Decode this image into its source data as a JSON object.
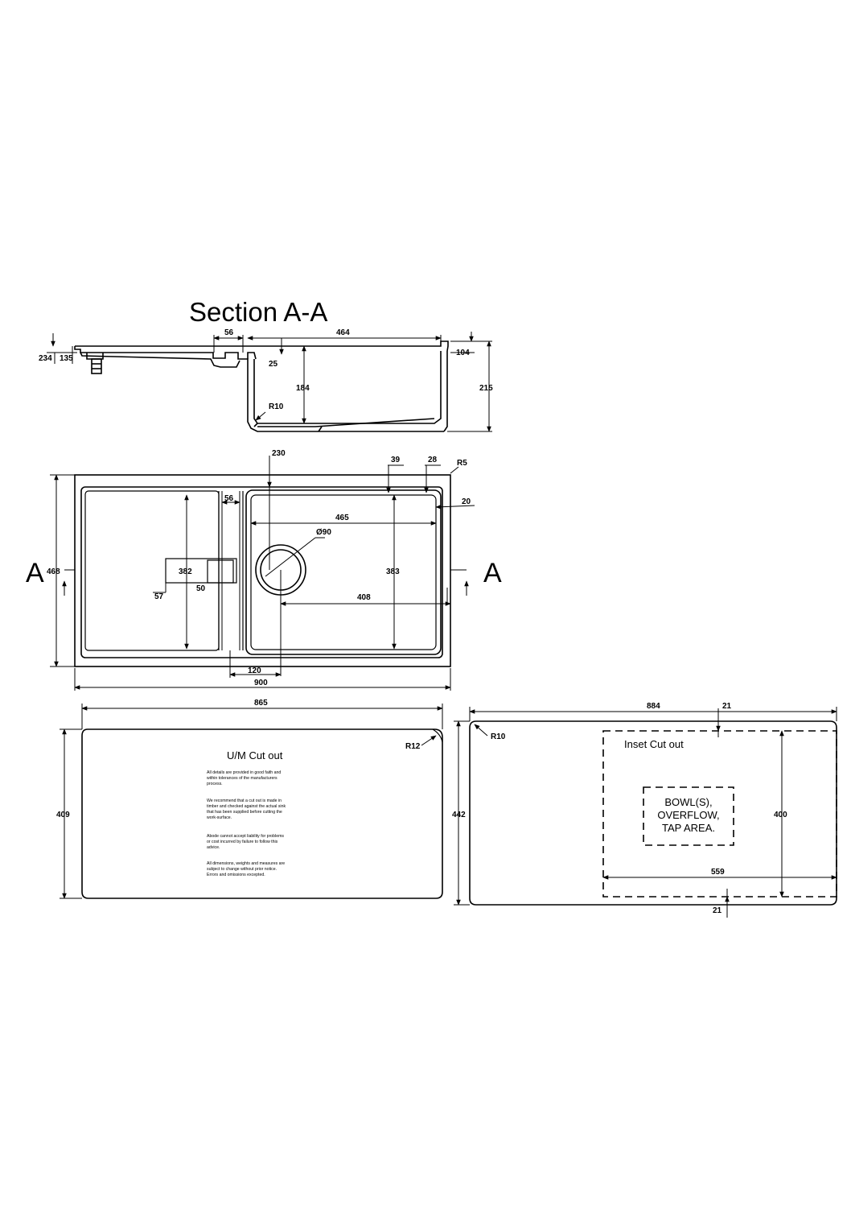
{
  "section": {
    "title": "Section A-A",
    "dims": {
      "d234": "234",
      "d135": "135",
      "d56": "56",
      "d464": "464",
      "d104": "104",
      "d25": "25",
      "d184": "184",
      "d215": "215",
      "r10": "R10"
    }
  },
  "plan": {
    "marker_left": "A",
    "marker_right": "A",
    "dims": {
      "d230": "230",
      "d39": "39",
      "d28": "28",
      "r5": "R5",
      "d56": "56",
      "d20": "20",
      "d465": "465",
      "d90": "Ø90",
      "d468": "468",
      "d382": "382",
      "d383": "383",
      "d57": "57",
      "d50": "50",
      "d408": "408",
      "d120": "120",
      "d900": "900"
    }
  },
  "um_cutout": {
    "title": "U/M Cut out",
    "width": "865",
    "height": "409",
    "radius": "R12",
    "notes": [
      "All details are provided in good faith and",
      "within tolerances of the manufacturers",
      "process.",
      "",
      "We recommend that a cut out is made in",
      "timber and checked against the actual sink",
      "that has been supplied before cutting the",
      "work-surface.",
      "",
      "Abode cannot accept liability for problems",
      "or cost incurred by failure to follow this",
      "advice.",
      "",
      "All dimensions, weights and measures are",
      "subject to change without prior notice.",
      "Errors and omissions excepted."
    ]
  },
  "inset_cutout": {
    "title": "Inset Cut out",
    "width": "884",
    "height": "442",
    "radius": "R10",
    "d21_top": "21",
    "d21_bottom": "21",
    "d400": "400",
    "d559": "559",
    "area_lines": [
      "BOWL(S),",
      "OVERFLOW,",
      "TAP AREA."
    ]
  }
}
